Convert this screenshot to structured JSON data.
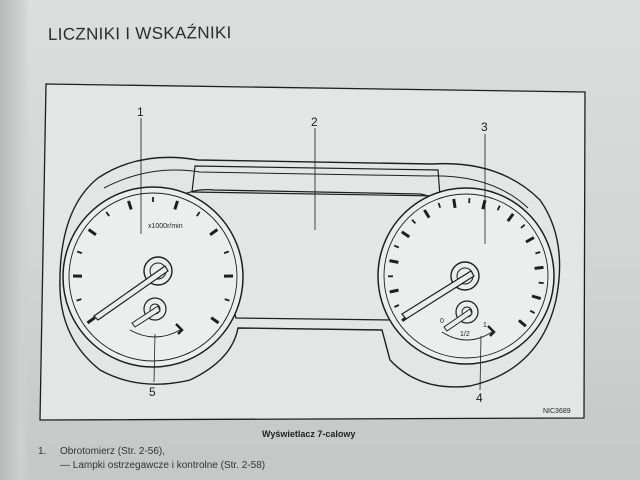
{
  "page": {
    "heading": "LICZNIKI I WSKAŹNIKI"
  },
  "figure": {
    "callouts": [
      "1",
      "2",
      "3",
      "4",
      "5"
    ],
    "tach_unit": "x1000r/min",
    "fuel_labels": {
      "empty": "0",
      "half": "1/2",
      "full": "1"
    },
    "figure_id": "NIC3689",
    "caption": "Wyświetlacz 7-calowy"
  },
  "list": {
    "item1_number": "1.",
    "item1_line1": "Obrotomierz (Str. 2-56),",
    "item1_line2": "— Lampki ostrzegawcze i kontrolne (Str. 2-58)"
  },
  "colors": {
    "ink": "#1e1e1e",
    "paper": "#d8dad9"
  }
}
